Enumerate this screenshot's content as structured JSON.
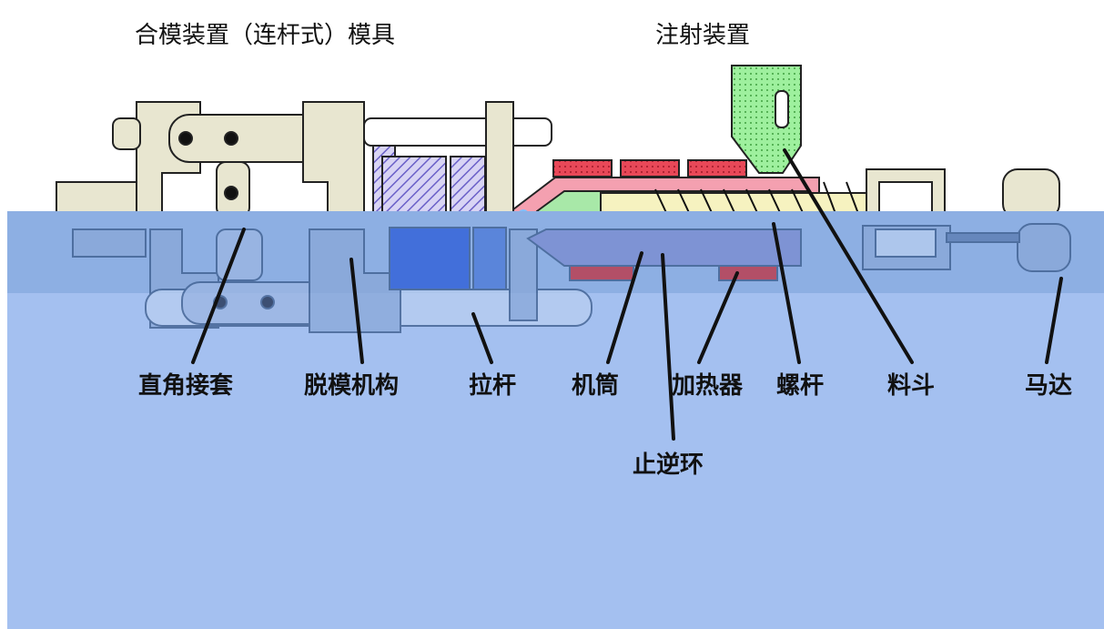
{
  "titles": {
    "clamping": "合模装置（连杆式）模具",
    "injection": "注射装置"
  },
  "labels": {
    "right_angle_sleeve": "直角接套",
    "ejector_mechanism": "脱模机构",
    "tie_bar": "拉杆",
    "barrel": "机筒",
    "heater": "加热器",
    "screw": "螺杆",
    "hopper": "料斗",
    "motor": "马达",
    "check_ring": "止逆环"
  },
  "colors": {
    "machine_frame": "#e8e6d0",
    "mold_plate": "#b8b4e8",
    "heater_band": "#e04050",
    "hopper_green": "#80e080",
    "barrel_pink": "#f4a0b0",
    "overlay_blue": "#a4c0f0"
  }
}
